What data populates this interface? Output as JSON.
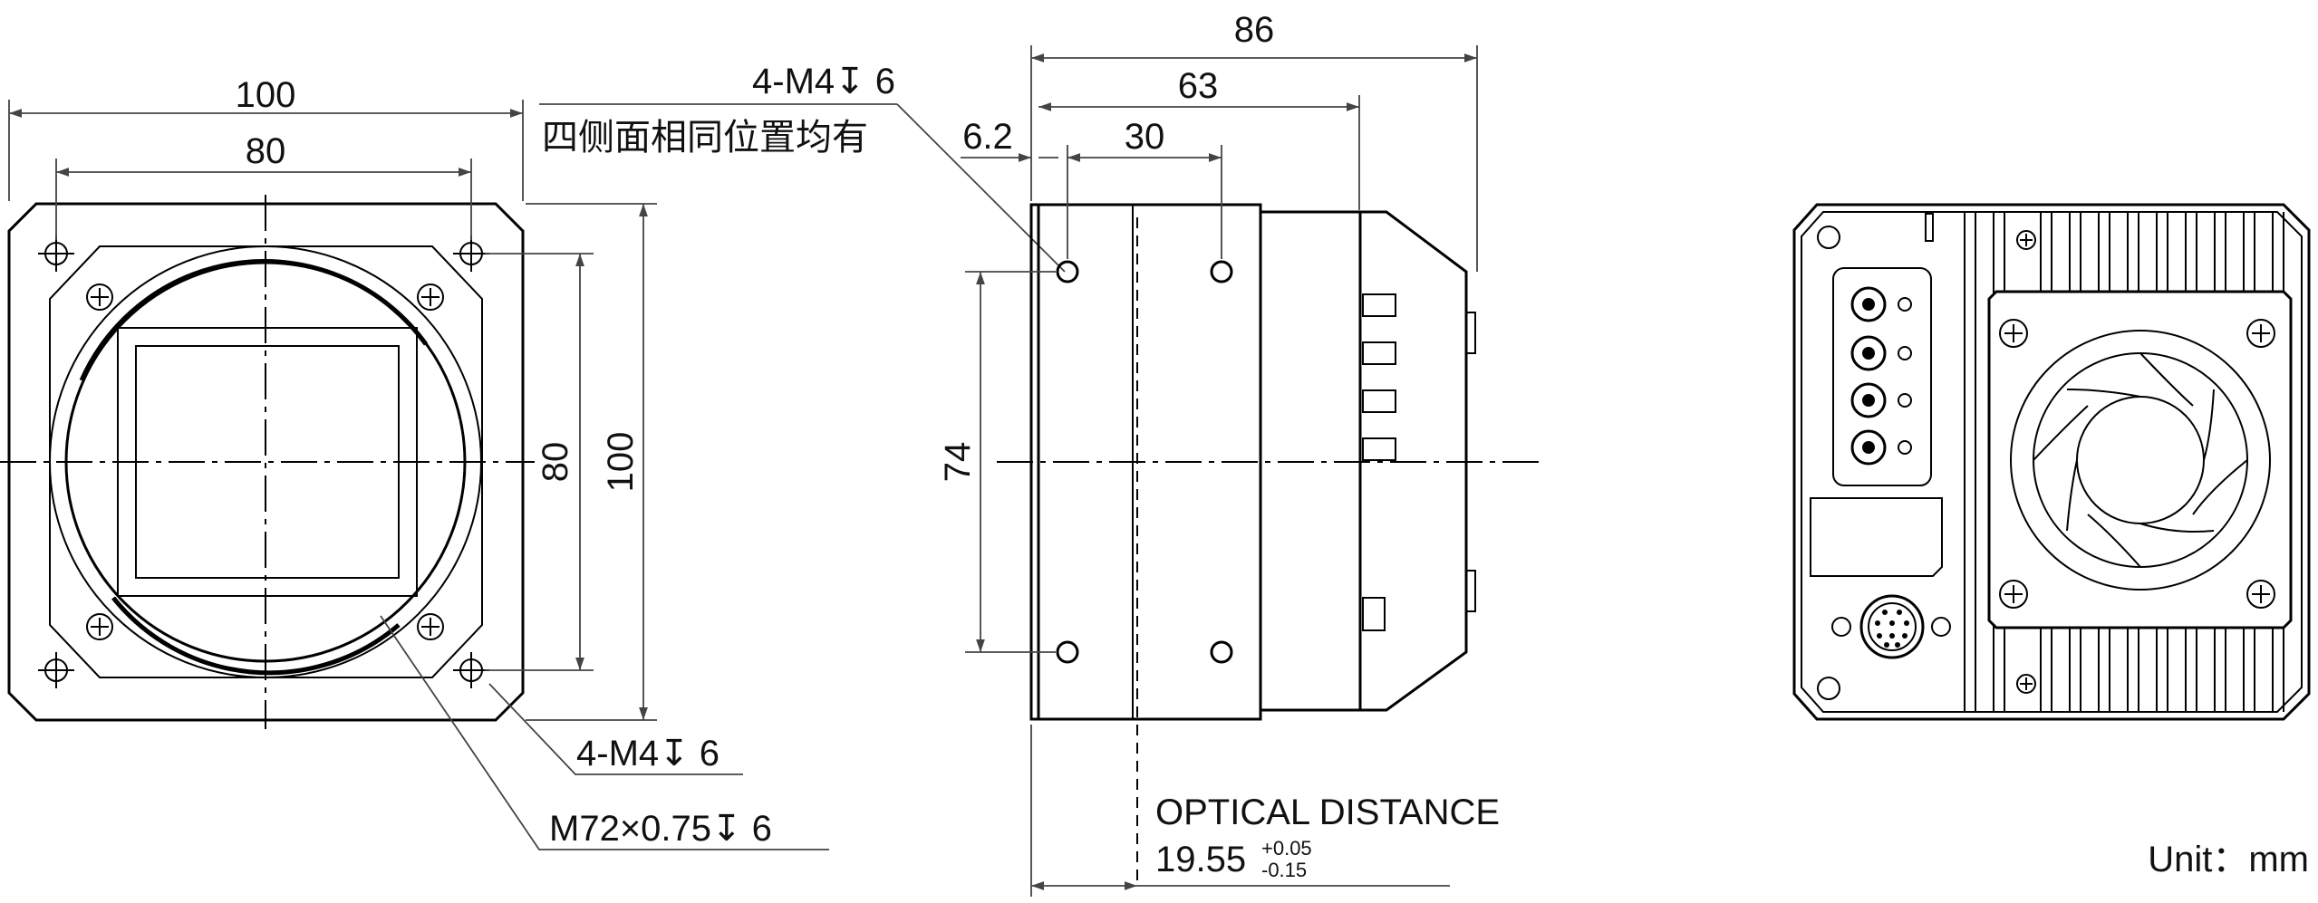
{
  "front_view": {
    "dim_width_outer": "100",
    "dim_width_holes": "80",
    "dim_height_holes": "80",
    "dim_height_outer": "100",
    "callout_thread_holes": "4-M4↧ 6",
    "callout_thread_holes_side": "4-M4↧ 6",
    "callout_side_note": "四侧面相同位置均有",
    "callout_mount": "M72×0.75↧ 6"
  },
  "side_view": {
    "dim_total_length": "86",
    "dim_body_length": "63",
    "dim_hole_offset": "30",
    "dim_flange": "6.2",
    "dim_hole_spacing": "74",
    "optical_distance_label": "OPTICAL DISTANCE",
    "optical_distance_value": "19.55",
    "optical_tol_plus": "+0.05",
    "optical_tol_minus": "-0.15"
  },
  "units_label": "Unit：mm"
}
